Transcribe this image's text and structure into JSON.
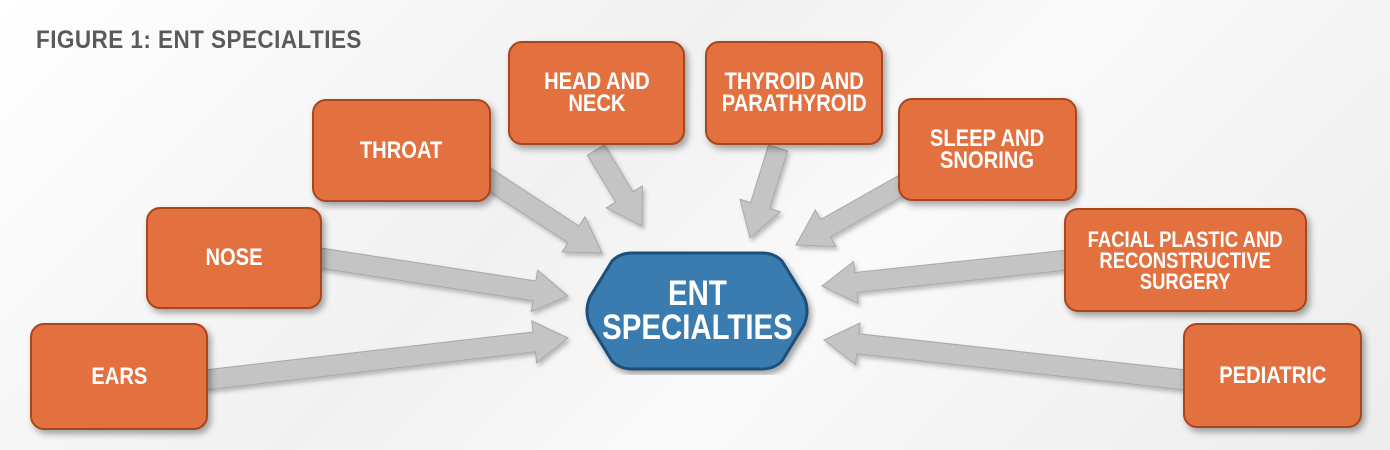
{
  "figure": {
    "title": "FIGURE 1: ENT SPECIALTIES",
    "center_label": "ENT\nSPECIALTIES",
    "nodes": {
      "ears": "EARS",
      "nose": "NOSE",
      "throat": "THROAT",
      "head_and_neck": "HEAD AND\nNECK",
      "thyroid_and_parathyroid": "THYROID AND\nPARATHYROID",
      "sleep_and_snoring": "SLEEP AND\nSNORING",
      "facial_plastic": "FACIAL PLASTIC AND\nRECONSTRUCTIVE\nSURGERY",
      "pediatric": "PEDIATRIC"
    }
  },
  "colors": {
    "node_fill": "#e3703f",
    "node_border": "#a9461c",
    "center_fill": "#3b7bb0",
    "center_border": "#1d4f7a",
    "arrow_fill": "#c4c4c4",
    "title_text": "#5a5a5a"
  }
}
